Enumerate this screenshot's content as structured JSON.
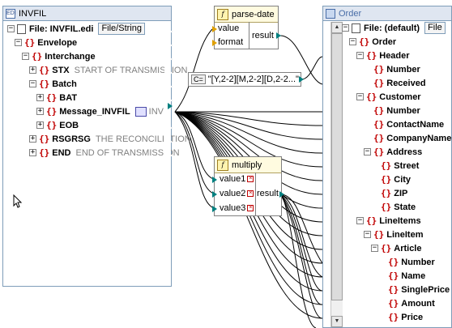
{
  "source": {
    "title": "INVFIL",
    "title_icon": "EDI",
    "file_label": "File: INVFIL.edi",
    "file_tab": "File/String",
    "items": [
      {
        "label": "Envelope",
        "desc": ""
      },
      {
        "label": "Interchange",
        "desc": ""
      },
      {
        "label": "STX",
        "desc": "START OF TRANSMISSION"
      },
      {
        "label": "Batch",
        "desc": ""
      },
      {
        "label": "BAT",
        "desc": ""
      },
      {
        "label": "Message_INVFIL",
        "desc": "INV"
      },
      {
        "label": "EOB",
        "desc": ""
      },
      {
        "label": "RSGRSG",
        "desc": "THE RECONCILIATION"
      },
      {
        "label": "END",
        "desc": "END OF TRANSMISSION"
      }
    ]
  },
  "parse_date": {
    "title": "parse-date",
    "inputs": [
      "value",
      "format"
    ],
    "output": "result"
  },
  "constant": {
    "text": "\"[Y,2-2][M,2-2][D,2-2...\"",
    "icon": "C="
  },
  "multiply": {
    "title": "multiply",
    "inputs": [
      "value1",
      "value2",
      "value3"
    ],
    "output": "result"
  },
  "target": {
    "title": "Order",
    "file_label": "File: (default)",
    "file_tab": "File",
    "items": [
      {
        "label": "Order"
      },
      {
        "label": "Header"
      },
      {
        "label": "Number"
      },
      {
        "label": "Received"
      },
      {
        "label": "Customer"
      },
      {
        "label": "Number"
      },
      {
        "label": "ContactName"
      },
      {
        "label": "CompanyName"
      },
      {
        "label": "Address"
      },
      {
        "label": "Street"
      },
      {
        "label": "City"
      },
      {
        "label": "ZIP"
      },
      {
        "label": "State"
      },
      {
        "label": "LineItems"
      },
      {
        "label": "LineItem"
      },
      {
        "label": "Article"
      },
      {
        "label": "Number"
      },
      {
        "label": "Name"
      },
      {
        "label": "SinglePrice"
      },
      {
        "label": "Amount"
      },
      {
        "label": "Price"
      }
    ]
  },
  "colors": {
    "connector": "#008080",
    "line": "#000000",
    "brace": "#c00000",
    "panel_border": "#7f9db9"
  }
}
